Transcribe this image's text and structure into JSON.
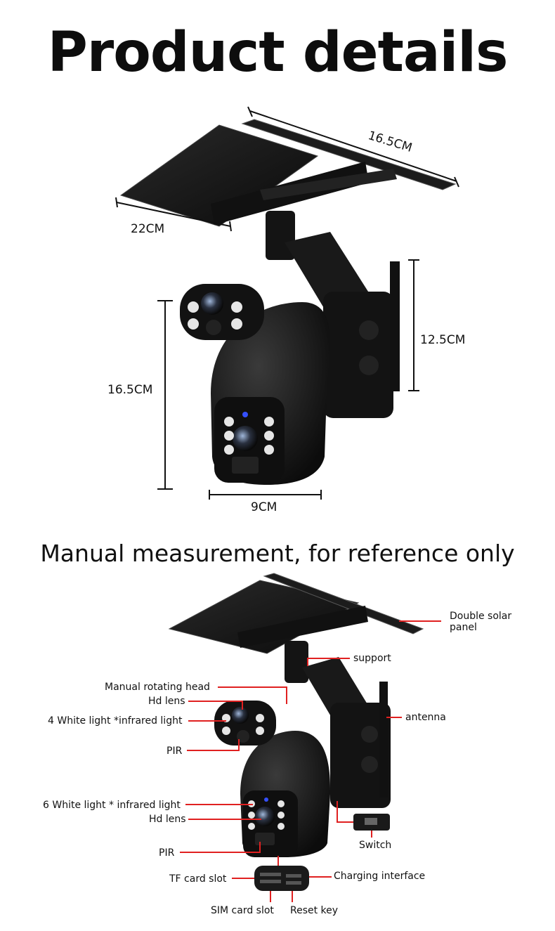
{
  "header": {
    "title": "Product details"
  },
  "dimensions": {
    "panel_length": "16.5CM",
    "panel_width": "22CM",
    "body_height": "16.5CM",
    "bracket_height": "12.5CM",
    "body_width": "9CM"
  },
  "note": {
    "text": "Manual measurement, for reference only"
  },
  "callouts": {
    "double_solar_panel_1": "Double solar",
    "double_solar_panel_2": "panel",
    "support": "support",
    "manual_rotating_head": "Manual rotating head",
    "hd_lens_top": "Hd lens",
    "antenna": "antenna",
    "white_light_4": "4 White light *infrared light",
    "pir_top": "PIR",
    "white_light_6": "6 White light * infrared light",
    "hd_lens_bottom": "Hd lens",
    "switch": "Switch",
    "pir_bottom": "PIR",
    "tf_card_slot": "TF card slot",
    "charging_interface": "Charging interface",
    "sim_card_slot": "SIM card slot",
    "reset_key": "Reset key"
  },
  "colors": {
    "callout_line": "#e02020",
    "camera_body": "#151515",
    "background": "#ffffff"
  }
}
